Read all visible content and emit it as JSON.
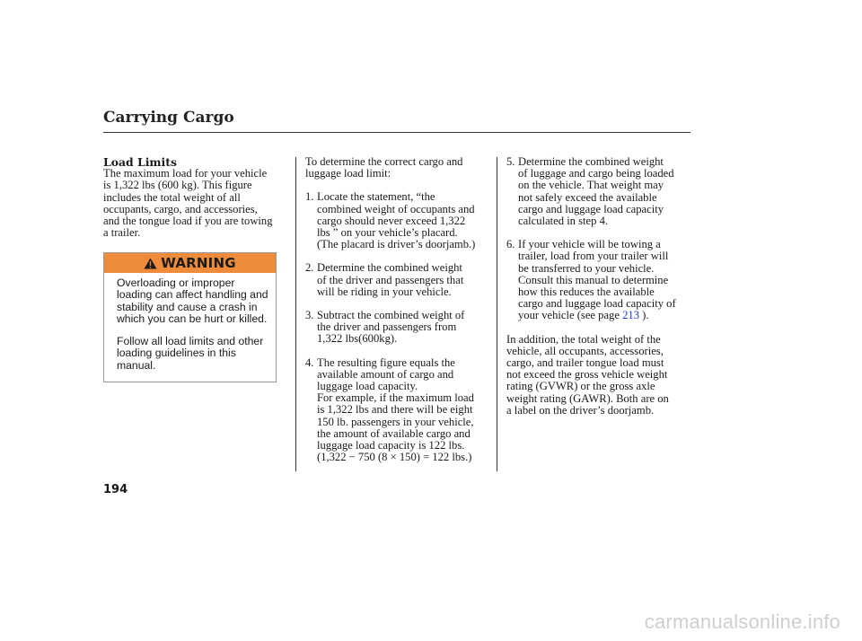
{
  "page": {
    "title": "Carrying Cargo",
    "page_number": "194",
    "watermark": "carmanualsonline.info"
  },
  "col1": {
    "heading": "Load Limits",
    "paragraph": "The maximum load for your vehicle\nis 1,322 lbs (600 kg). This figure\nincludes the total weight of all\noccupants, cargo, and accessories,\nand the tongue load if you are towing\na trailer."
  },
  "warning": {
    "label": "WARNING",
    "p1": "Overloading or improper\nloading can affect handling and\nstability and cause a crash in\nwhich you can be hurt or killed.",
    "p2": "Follow all load limits and other\nloading guidelines in this\nmanual."
  },
  "col2": {
    "intro": "To determine the correct cargo and\nluggage load limit:",
    "items": [
      {
        "num": "1.",
        "text": "Locate the statement, “the\ncombined weight of occupants and\ncargo should never exceed 1,322\nlbs ” on your vehicle’s placard.\n(The placard is driver’s doorjamb.)"
      },
      {
        "num": "2.",
        "text": "Determine the combined weight\nof the driver and passengers that\nwill be riding in your vehicle."
      },
      {
        "num": "3.",
        "text": "Subtract the combined weight of\nthe driver and passengers from\n1,322 lbs(600kg)."
      },
      {
        "num": "4.",
        "text": "The resulting figure equals the\navailable amount of cargo and\nluggage load capacity.\nFor example, if the maximum load\nis 1,322 lbs and there will be eight\n150 lb. passengers in your vehicle,\nthe amount of available cargo and\nluggage load capacity is 122 lbs.\n(1,322   −   750 (8  ×  150) = 122 lbs.)"
      }
    ]
  },
  "col3": {
    "item5": {
      "num": "5.",
      "text": "Determine the combined weight\nof luggage and cargo being loaded\non the vehicle. That weight may\nnot safely exceed the available\ncargo and luggage load capacity\ncalculated in step 4."
    },
    "item6": {
      "num": "6.",
      "text_before": "If your vehicle will be towing a\ntrailer, load from your trailer will\nbe transferred to your vehicle.\nConsult this manual to determine\nhow this reduces the available\ncargo and luggage load capacity of\nyour vehicle (see page ",
      "link": "213",
      "text_after": " )."
    },
    "paragraph": "In addition, the total weight of the\nvehicle, all occupants, accessories,\ncargo, and trailer tongue load must\nnot exceed the gross vehicle weight\nrating (GVWR) or the gross axle\nweight rating (GAWR). Both are on\na label on the driver’s doorjamb."
  }
}
